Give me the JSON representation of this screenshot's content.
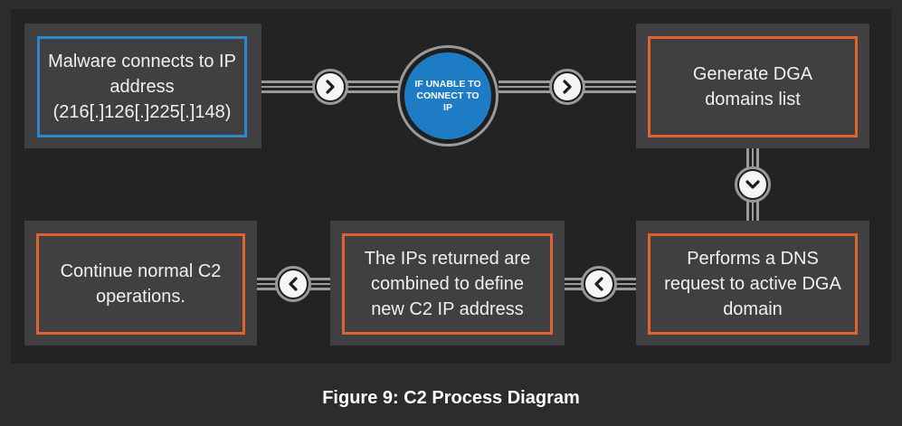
{
  "diagram": {
    "steps": [
      {
        "id": "step1",
        "text": "Malware connects to IP address (216[.]126[.]225[.]148)"
      },
      {
        "id": "step2",
        "text": "Generate DGA domains list"
      },
      {
        "id": "step3",
        "text": "Performs a DNS request to active DGA domain"
      },
      {
        "id": "step4",
        "text": "The IPs returned are combined to define new C2 IP address"
      },
      {
        "id": "step5",
        "text": "Continue normal C2 operations."
      }
    ],
    "condition": "IF UNABLE TO CONNECT TO IP",
    "caption": "Figure 9: C2 Process Diagram",
    "colors": {
      "background": "#232324",
      "card": "#404043",
      "blue_border": "#2f86c8",
      "orange_border": "#e0632d",
      "condition_fill": "#1e7cc4"
    },
    "icons": [
      "chevron-right-icon",
      "chevron-down-icon",
      "chevron-left-icon"
    ]
  }
}
